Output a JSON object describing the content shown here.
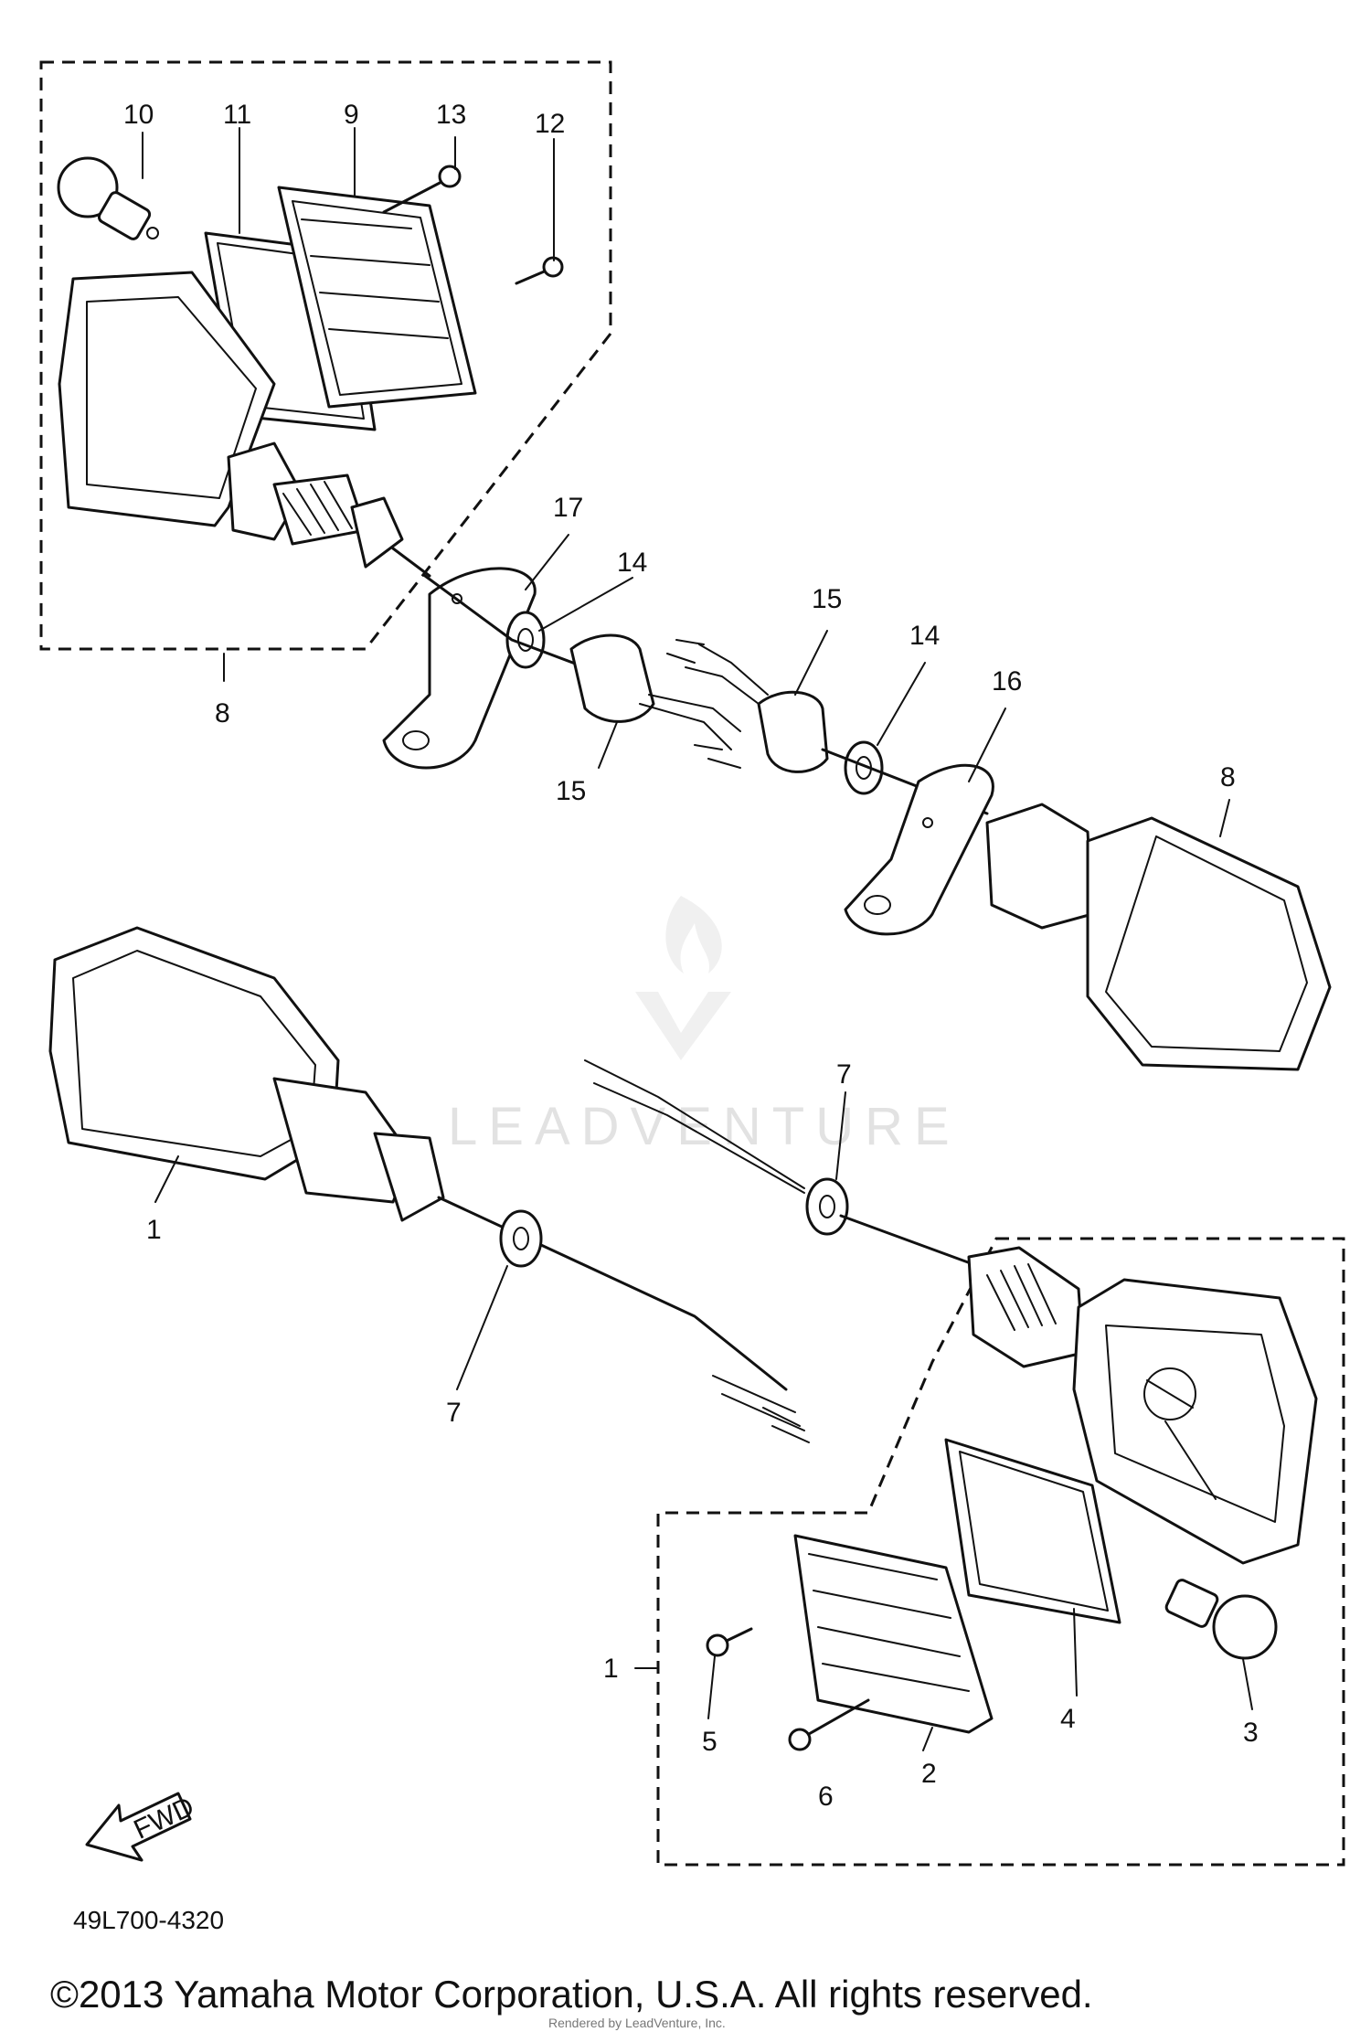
{
  "callouts": {
    "c10": "10",
    "c11": "11",
    "c9": "9",
    "c13": "13",
    "c12": "12",
    "c17": "17",
    "c14a": "14",
    "c15a": "15",
    "c14b": "14",
    "c16": "16",
    "c8a": "8",
    "c15b": "15",
    "c8b": "8",
    "c7a": "7",
    "c1a": "1",
    "c7b": "7",
    "c1b": "1",
    "c5": "5",
    "c6": "6",
    "c2": "2",
    "c4": "4",
    "c3": "3"
  },
  "fwd_label": "FWD",
  "watermark": "LEADVENTURE",
  "part_code": "49L700-4320",
  "copyright": "©2013 Yamaha Motor Corporation, U.S.A. All rights reserved.",
  "rendered_by": "Rendered by LeadVenture, Inc."
}
